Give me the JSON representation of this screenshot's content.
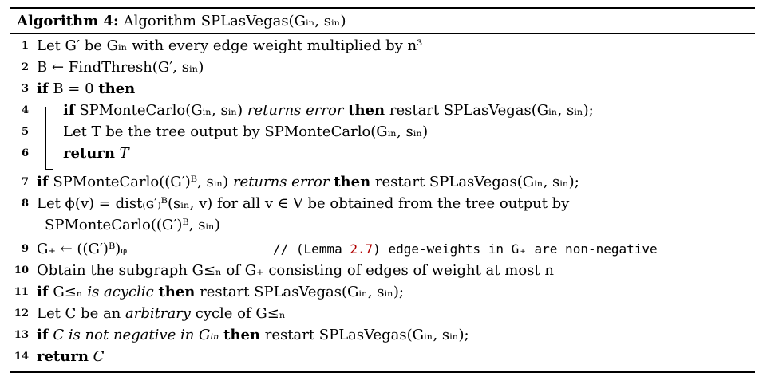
{
  "caption": {
    "label": "Algorithm 4:",
    "text": "Algorithm SPLasVegas(Gᵢₙ, sᵢₙ)"
  },
  "lines": [
    {
      "num": "1",
      "text": "Let G′ be Gᵢₙ with every edge weight multiplied by n³"
    },
    {
      "num": "2",
      "text": "B ← FindThresh(G′, sᵢₙ)"
    },
    {
      "num": "3",
      "kw1": "if",
      "text": "B = 0",
      "kw2": "then"
    },
    {
      "num": "4",
      "kw1": "if",
      "text": "SPMonteCarlo(Gᵢₙ, sᵢₙ)",
      "italic": "returns error",
      "kw2": "then",
      "tail": "restart SPLasVegas(Gᵢₙ, sᵢₙ);"
    },
    {
      "num": "5",
      "text": "Let T be the tree output by SPMonteCarlo(Gᵢₙ, sᵢₙ)"
    },
    {
      "num": "6",
      "kw1": "return",
      "text": "T"
    },
    {
      "num": "7",
      "kw1": "if",
      "text": "SPMonteCarlo((G′)ᴮ, sᵢₙ)",
      "italic": "returns error",
      "kw2": "then",
      "tail": "restart SPLasVegas(Gᵢₙ, sᵢₙ);"
    },
    {
      "num": "8",
      "text": "Let ϕ(v) = dist₍ɢ′₎ᴮ(sᵢₙ, v) for all v ∈ V be obtained from the tree output by",
      "cont": "SPMonteCarlo((G′)ᴮ, sᵢₙ)"
    },
    {
      "num": "9",
      "text": "G₊ ← ((G′)ᴮ)ᵩ",
      "comment_pre": "// (Lemma ",
      "comment_ref": "2.7",
      "comment_post": ") edge-weights in G₊ are non-negative"
    },
    {
      "num": "10",
      "text": "Obtain the subgraph G≤ₙ of G₊ consisting of edges of weight at most n"
    },
    {
      "num": "11",
      "kw1": "if",
      "text": "G≤ₙ",
      "italic": "is acyclic",
      "kw2": "then",
      "tail": "restart SPLasVegas(Gᵢₙ, sᵢₙ);"
    },
    {
      "num": "12",
      "text_pre": "Let C be an",
      "italic": "arbitrary",
      "text": "cycle of G≤ₙ"
    },
    {
      "num": "13",
      "kw1": "if",
      "text": "C",
      "italic": "is not negative in Gᵢₙ",
      "kw2": "then",
      "tail": "restart SPLasVegas(Gᵢₙ, sᵢₙ);"
    },
    {
      "num": "14",
      "kw1": "return",
      "text": "C"
    }
  ]
}
